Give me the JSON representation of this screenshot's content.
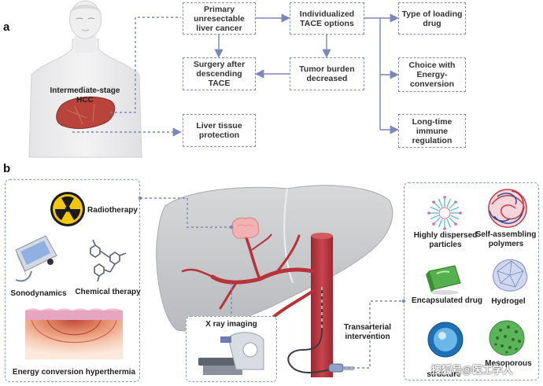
{
  "panel_a": {
    "label": "a",
    "patient_label": "Intermediate-stage HCC",
    "boxes": {
      "primary": "Primary unresectable liver cancer",
      "tace_options": "Individualized TACE options",
      "loading_drug": "Type of loading drug",
      "energy": "Choice with Energy-conversion",
      "immune": "Long-time immune regulation",
      "tumor_burden": "Tumor burden decreased",
      "surgery": "Surgery after descending TACE",
      "protection": "Liver tissue protection"
    }
  },
  "panel_b": {
    "label": "b",
    "left": {
      "radiotherapy": "Radiotherapy",
      "sonodynamics": "Sonodynamics",
      "chemical": "Chemical therapy",
      "hyperthermia": "Energy conversion hyperthermia"
    },
    "center": {
      "xray": "X ray imaging",
      "transarterial": "Transarterial intervention"
    },
    "right": {
      "dispersed": "Highly dispersed particles",
      "self_assembling": "Self-assembling polymers",
      "encapsulated": "Encapsulated drug",
      "hydrogel": "Hydrogel",
      "structure": "structure",
      "mesoporous": "Mesoporous"
    }
  },
  "watermark": "搜狐号@医工学人",
  "colors": {
    "box_border": "#8a8fb0",
    "liver": "#c9cacc",
    "artery": "#b8323a",
    "tumor": "#f2a9a9",
    "connector": "#7d86b8"
  }
}
